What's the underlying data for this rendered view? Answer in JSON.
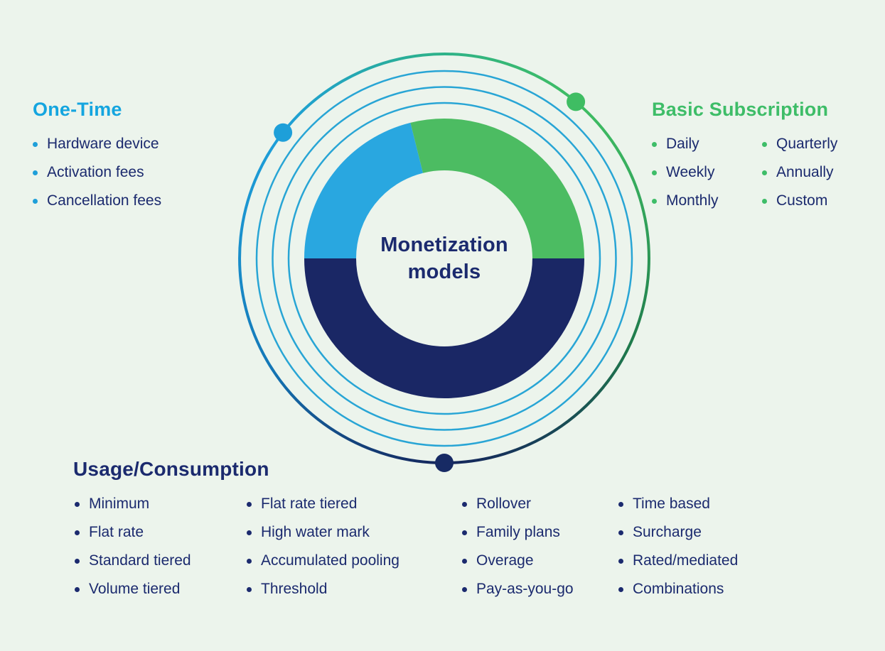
{
  "background_color": "#ECF4EC",
  "center": {
    "line1": "Monetization",
    "line2": "models",
    "text_color": "#1B2A6E"
  },
  "diagram": {
    "type": "donut-with-orbit-rings",
    "segments": [
      {
        "label": "Basic Subscription",
        "color": "#4CBC62",
        "start_angle_deg": 0,
        "end_angle_deg": 104,
        "share_pct": 29
      },
      {
        "label": "One-Time",
        "color": "#29A7E0",
        "start_angle_deg": 104,
        "end_angle_deg": 180,
        "share_pct": 21
      },
      {
        "label": "Usage/Consumption",
        "color": "#1A2765",
        "start_angle_deg": 180,
        "end_angle_deg": 360,
        "share_pct": 50
      }
    ],
    "orbit_ring_count": 3,
    "orbit_ring_color": "#28A5D5",
    "outer_ring_gradient": [
      "#1E9FD9",
      "#2BB08F",
      "#3FBD63",
      "#14265C"
    ],
    "markers": [
      {
        "name": "one-time-marker",
        "color": "#1E9FD9",
        "position": "upper-left"
      },
      {
        "name": "basic-subscription-marker",
        "color": "#3FBD63",
        "position": "upper-right"
      },
      {
        "name": "usage-consumption-marker",
        "color": "#172A64",
        "position": "bottom"
      }
    ]
  },
  "sections": {
    "one_time": {
      "title": "One-Time",
      "title_color": "#14A5DF",
      "items": [
        "Hardware device",
        "Activation fees",
        "Cancellation fees"
      ]
    },
    "basic_subscription": {
      "title": "Basic Subscription",
      "title_color": "#3EBD68",
      "columns": [
        [
          "Daily",
          "Weekly",
          "Monthly"
        ],
        [
          "Quarterly",
          "Annually",
          "Custom"
        ]
      ]
    },
    "usage_consumption": {
      "title": "Usage/Consumption",
      "title_color": "#1B2A6E",
      "columns": [
        [
          "Minimum",
          "Flat rate",
          "Standard tiered",
          "Volume tiered"
        ],
        [
          "Flat rate tiered",
          "High water mark",
          "Accumulated pooling",
          "Threshold"
        ],
        [
          "Rollover",
          "Family plans",
          "Overage",
          "Pay-as-you-go"
        ],
        [
          "Time based",
          "Surcharge",
          "Rated/mediated",
          "Combinations"
        ]
      ]
    }
  }
}
